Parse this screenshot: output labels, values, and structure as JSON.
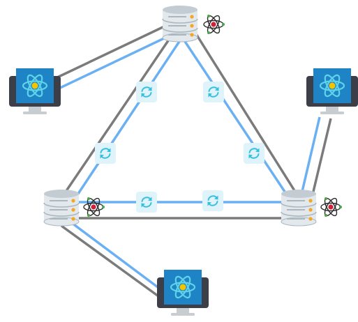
{
  "diagram": {
    "colors": {
      "link_gray": "#7b7b7b",
      "link_blue": "#6ab0f3",
      "db_body": "#e2e8ec",
      "db_cap": "#c3ccd2",
      "db_stripe": "#aab7bf",
      "db_led": "#f5a623",
      "monitor_frame": "#3c3f48",
      "monitor_stand": "#c8cdd2",
      "screen_bg": "#1f84c6",
      "atom_cyan": "#5fd3e8",
      "atom_core": "#f5c400",
      "sync_bg": "#dff3fb",
      "sync_arrow": "#35c0de",
      "atom_badge_stroke": "#2a2a2a",
      "atom_badge_core": "#d0213a"
    },
    "databases": [
      {
        "name": "database-top",
        "icon": "database-server-icon"
      },
      {
        "name": "database-left",
        "icon": "database-server-icon"
      },
      {
        "name": "database-right",
        "icon": "database-server-icon"
      }
    ],
    "workstations": [
      {
        "name": "workstation-left",
        "icon": "monitor-atom-icon"
      },
      {
        "name": "workstation-right",
        "icon": "monitor-atom-icon"
      },
      {
        "name": "workstation-bottom",
        "icon": "monitor-atom-icon"
      }
    ],
    "badges": [
      {
        "name": "atom-badge-top",
        "icon": "atom-icon"
      },
      {
        "name": "atom-badge-left",
        "icon": "atom-icon"
      },
      {
        "name": "atom-badge-right",
        "icon": "atom-icon"
      }
    ],
    "sync_markers": [
      {
        "name": "sync-icon-top-left-1",
        "icon": "sync-icon"
      },
      {
        "name": "sync-icon-top-right-1",
        "icon": "sync-icon"
      },
      {
        "name": "sync-icon-top-left-2",
        "icon": "sync-icon"
      },
      {
        "name": "sync-icon-top-right-2",
        "icon": "sync-icon"
      },
      {
        "name": "sync-icon-bottom-1",
        "icon": "sync-icon"
      },
      {
        "name": "sync-icon-bottom-2",
        "icon": "sync-icon"
      }
    ]
  }
}
